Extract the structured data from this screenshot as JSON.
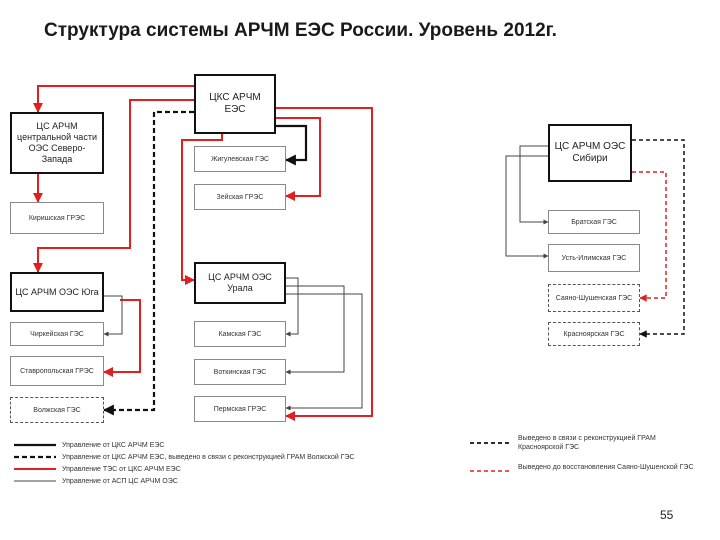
{
  "title": "Структура системы АРЧМ ЕЭС России. Уровень 2012г.",
  "nodes": {
    "cks_ees": "ЦКС АРЧМ ЕЭС",
    "cs_nw": "ЦС АРЧМ центральной части ОЭС Северо-Запада",
    "kirishi": "Киришская ГРЭС",
    "cs_south": "ЦС АРЧМ ОЭС Юга",
    "chirkey": "Чиркейская ГЭС",
    "stavropol": "Ставропольская ГРЭС",
    "volzhskaya": "Волжская ГЭС",
    "zhiguli": "Жигулевская ГЭС",
    "zeya": "Зейская ГРЭС",
    "cs_ural": "ЦС АРЧМ ОЭС Урала",
    "kama": "Камская ГЭС",
    "votkinsk": "Воткинская ГЭС",
    "perm": "Пермская ГРЭС",
    "cs_siberia": "ЦС АРЧМ ОЭС Сибири",
    "bratsk": "Братская ГЭС",
    "ust_ilim": "Усть-Илимская ГЭС",
    "sayano": "Саяно-Шушенская ГЭС",
    "krasnoyarsk": "Красноярская ГЭС"
  },
  "legend": {
    "black_solid": "Управление от ЦКС АРЧМ ЕЭС",
    "black_dashed_left": "Управление от ЦКС АРЧМ ЕЭС, выведено в связи с реконструкцией ГРАМ Волжской ГЭС",
    "red_solid": "Управление ТЭС от ЦКС АРЧМ ЕЭС",
    "thin_solid": "Управление от АСП ЦС АРЧМ ОЭС",
    "black_dashed_right": "Выведено в связи с реконструкцией ГРАМ Красноярской ГЭС",
    "red_dashed": "Выведено до восстановления Саяно-Шушенской ГЭС"
  },
  "colors": {
    "red": "#e02020",
    "black": "#111111",
    "gray": "#555555"
  },
  "page_number": "55"
}
